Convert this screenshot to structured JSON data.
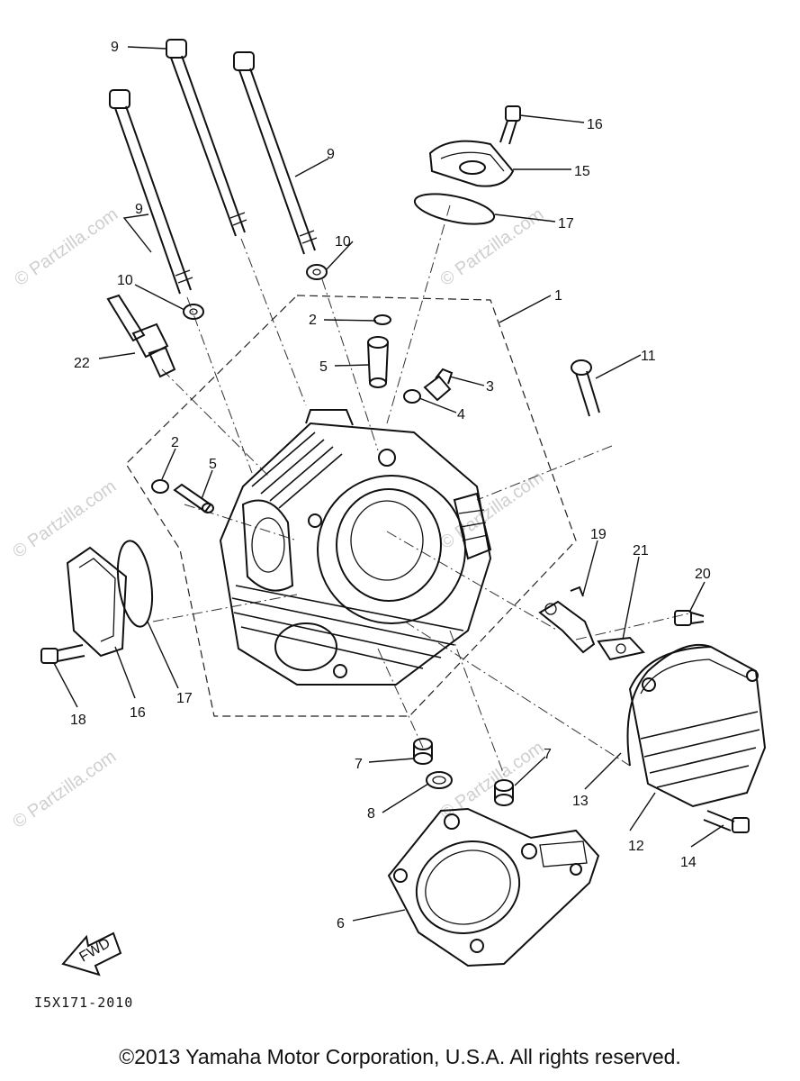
{
  "watermark": {
    "text": "© Partzilla.com"
  },
  "callouts": [
    {
      "id": "c9a",
      "text": "9"
    },
    {
      "id": "c9b",
      "text": "9"
    },
    {
      "id": "c9c",
      "text": "9"
    },
    {
      "id": "c16a",
      "text": "16"
    },
    {
      "id": "c15",
      "text": "15"
    },
    {
      "id": "c17a",
      "text": "17"
    },
    {
      "id": "c10a",
      "text": "10"
    },
    {
      "id": "c10b",
      "text": "10"
    },
    {
      "id": "c1",
      "text": "1"
    },
    {
      "id": "c2a",
      "text": "2"
    },
    {
      "id": "c22",
      "text": "22"
    },
    {
      "id": "c5a",
      "text": "5"
    },
    {
      "id": "c3",
      "text": "3"
    },
    {
      "id": "c11",
      "text": "11"
    },
    {
      "id": "c4",
      "text": "4"
    },
    {
      "id": "c2b",
      "text": "2"
    },
    {
      "id": "c5b",
      "text": "5"
    },
    {
      "id": "c19",
      "text": "19"
    },
    {
      "id": "c21",
      "text": "21"
    },
    {
      "id": "c20",
      "text": "20"
    },
    {
      "id": "c18a",
      "text": "18"
    },
    {
      "id": "c16b",
      "text": "16"
    },
    {
      "id": "c17b",
      "text": "17"
    },
    {
      "id": "c7a",
      "text": "7"
    },
    {
      "id": "c7b",
      "text": "7"
    },
    {
      "id": "c13",
      "text": "13"
    },
    {
      "id": "c8",
      "text": "8"
    },
    {
      "id": "c12",
      "text": "12"
    },
    {
      "id": "c14",
      "text": "14"
    },
    {
      "id": "c6",
      "text": "6"
    }
  ],
  "fwd_label": "FWD",
  "drawing_code": "I5X171-2010",
  "copyright": "©2013 Yamaha Motor Corporation, U.S.A. All rights reserved."
}
